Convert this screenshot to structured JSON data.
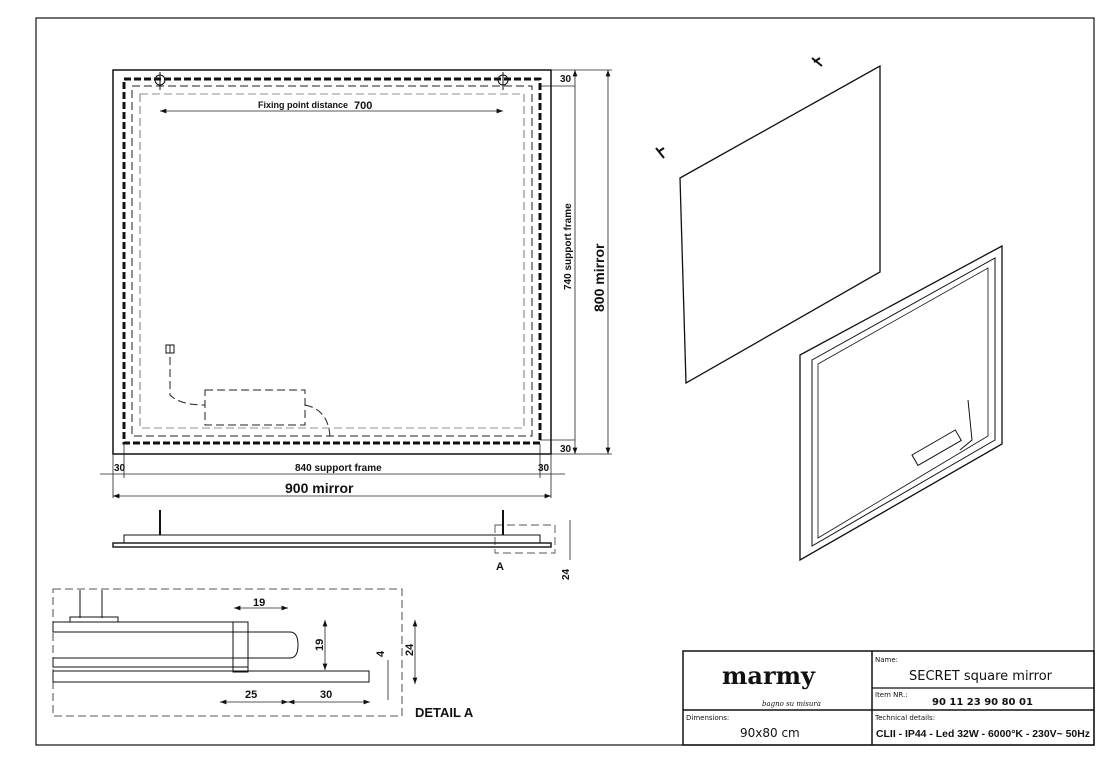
{
  "front_view": {
    "fixing_label": "Fixing point distance",
    "fixing_value": "700",
    "top_margin": "30",
    "bottom_margin": "30",
    "support_frame_height": "740 support frame",
    "mirror_height": "800 mirror",
    "left_margin": "30",
    "right_margin": "30",
    "support_frame_width": "840 support frame",
    "mirror_width": "900 mirror"
  },
  "side_view": {
    "detail_marker": "A",
    "thickness": "24"
  },
  "detail": {
    "title": "DETAIL  A",
    "dims": {
      "top_width": "19",
      "frame_height": "19",
      "total_height": "24",
      "glass": "4",
      "bottom_left": "25",
      "bottom_right": "30"
    }
  },
  "title_block": {
    "logo": "marmy",
    "logo_tagline": "bagno su misura",
    "name_label": "Name:",
    "name_value": "SECRET square mirror",
    "item_label": "Item NR.:",
    "item_value": "90 11 23 90 80 01",
    "dimensions_label": "Dimensions:",
    "dimensions_value": "90x80 cm",
    "technical_label": "Technical details:",
    "technical_value": "CLII - IP44 - Led 32W - 6000°K - 230V~  50Hz"
  }
}
